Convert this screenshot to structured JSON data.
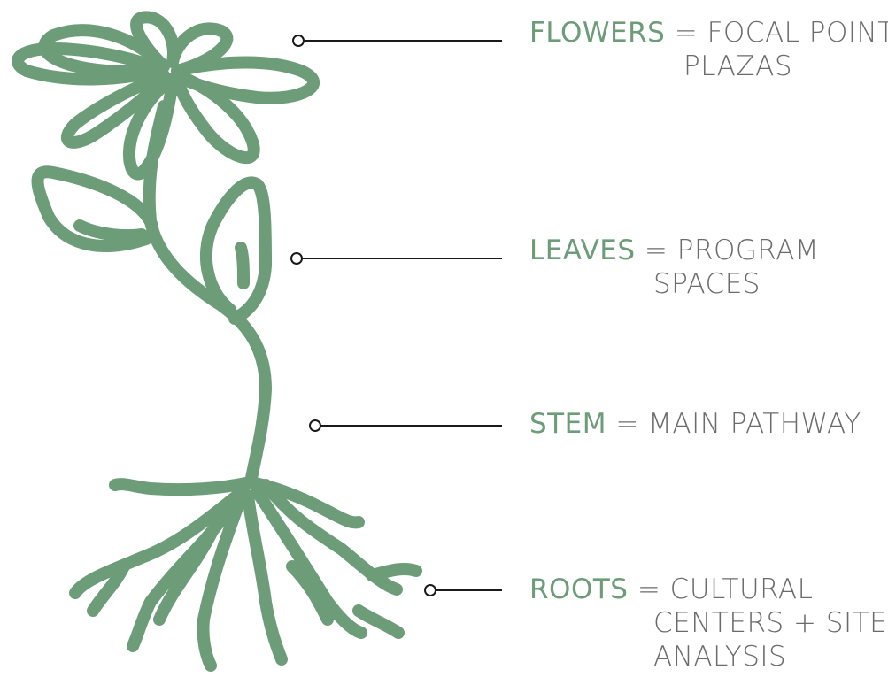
{
  "colors": {
    "plant": "#6d9c79",
    "leader": "#1a1a1a",
    "text": "#6b6b6b",
    "key": "#6d9c79"
  },
  "annotations": [
    {
      "key": "FLOWERS",
      "sep": "=",
      "line1": "FOCAL POINT",
      "line2": "PLAZAS",
      "line3": ""
    },
    {
      "key": "LEAVES",
      "sep": "=",
      "line1": "PROGRAM",
      "line2": "SPACES",
      "line3": ""
    },
    {
      "key": "STEM",
      "sep": "=",
      "line1": "MAIN PATHWAY",
      "line2": "",
      "line3": ""
    },
    {
      "key": "ROOTS",
      "sep": "=",
      "line1": "CULTURAL",
      "line2": "CENTERS + SITE",
      "line3": "ANALYSIS"
    }
  ]
}
